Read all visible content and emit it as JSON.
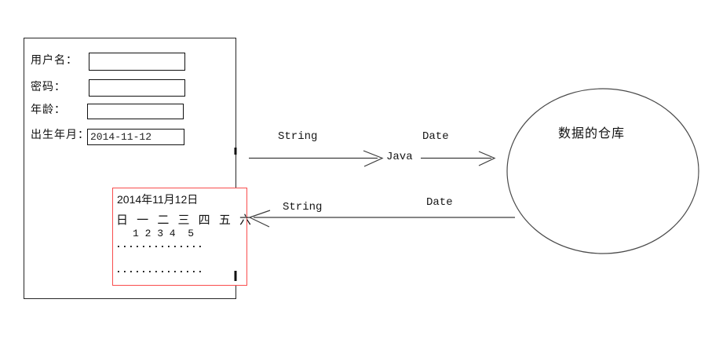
{
  "form": {
    "fields": [
      {
        "label": "用户名：",
        "value": ""
      },
      {
        "label": "密码：",
        "value": ""
      },
      {
        "label": "年龄：",
        "value": ""
      },
      {
        "label": "出生年月：",
        "value": "2014-11-12"
      }
    ]
  },
  "calendar": {
    "title": "2014年11月12日",
    "day_headers": "日 一 二 三 四 五 六",
    "dates_row": "1 2 3 4  5",
    "dots_rows": [
      "..............",
      ".............."
    ],
    "border_color": "#f94d4d"
  },
  "flow": {
    "to_java_label": "String",
    "java_label": "Java",
    "java_to_db_label": "Date",
    "return_string_label": "String",
    "return_date_label": "Date"
  },
  "database": {
    "label": "数据的仓库"
  },
  "colors": {
    "outline": "#262626",
    "stroke": "#3c3c3c",
    "calendar_border": "#f94d4d"
  }
}
